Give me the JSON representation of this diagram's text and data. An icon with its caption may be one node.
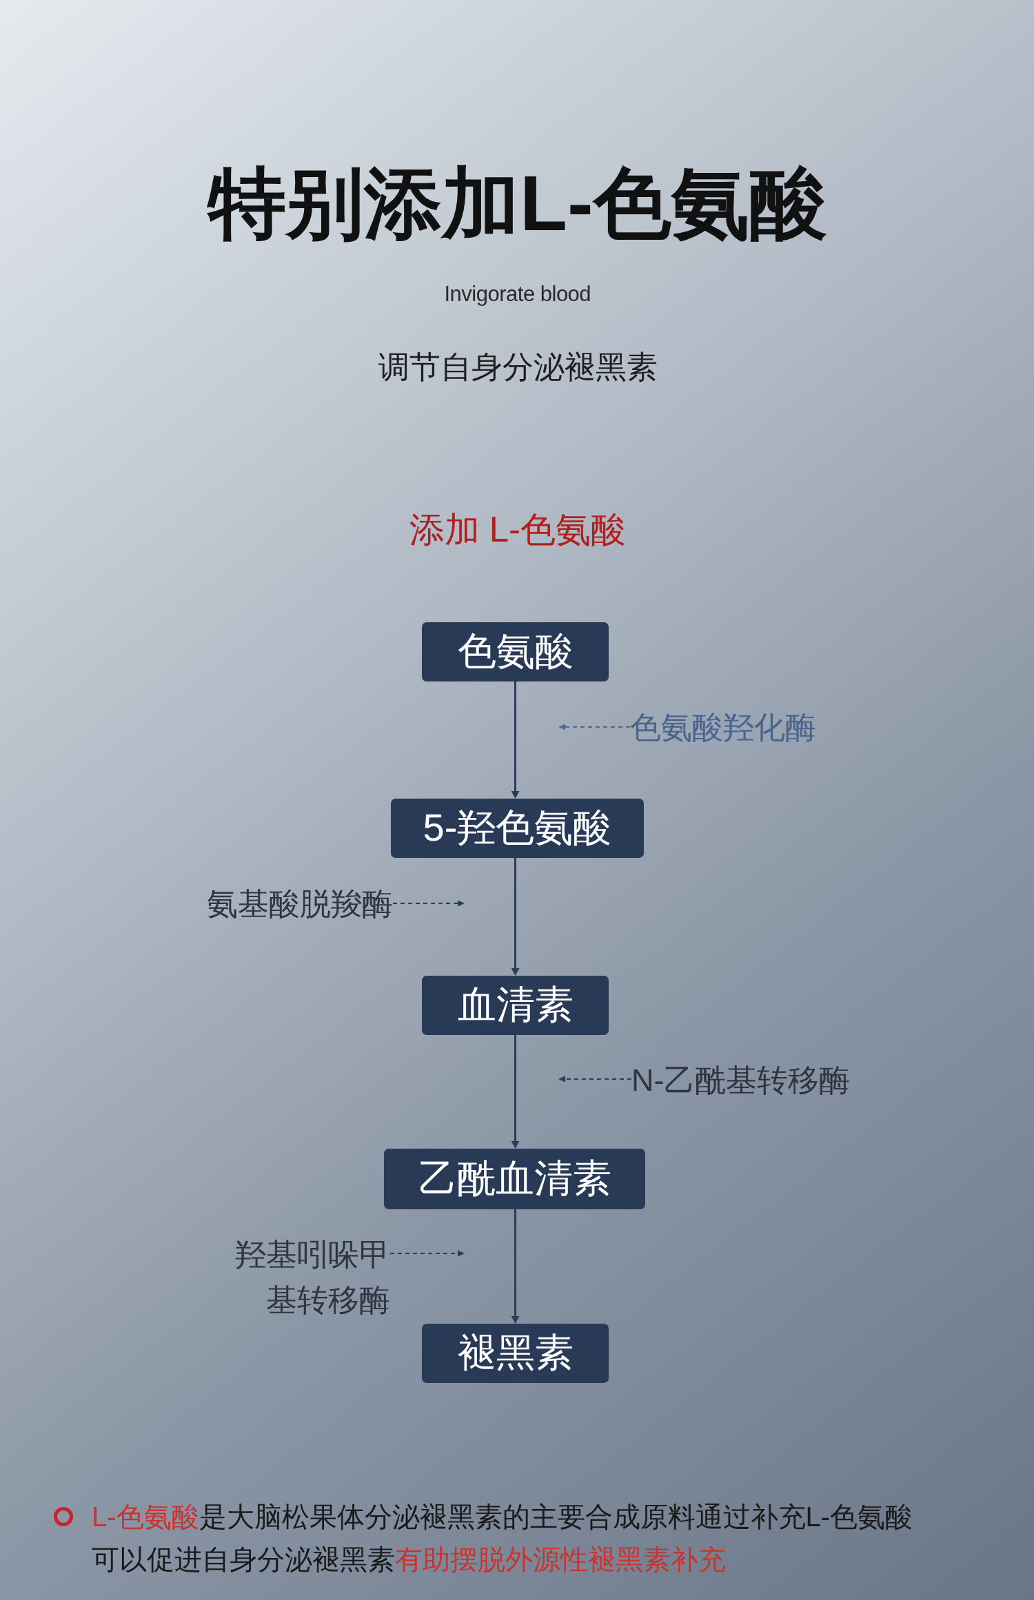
{
  "diagram": {
    "title": "特别添加L-色氨酸",
    "nodes": [
      {
        "text": [
          "色氨酸"
        ]
      },
      {
        "text": [
          "色氨酸羟化酶"
        ]
      },
      {
        "text": [
          "5-羟色氨酸"
        ]
      },
      {
        "text": [
          "氨基酸脱羧酶"
        ]
      },
      {
        "text": [
          "血清素"
        ]
      },
      {
        "text": [
          "N-乙酰基转移酶"
        ]
      },
      {
        "text": [
          "乙酰血清素"
        ]
      },
      {
        "text": [
          "羟基吲哚甲基转移酶"
        ]
      },
      {
        "text": [
          "褪黑素"
        ]
      }
    ],
    "edges": [
      {
        "from": 0,
        "to": 2,
        "arrow": "to"
      },
      {
        "from": 2,
        "to": 4,
        "arrow": "to"
      },
      {
        "from": 4,
        "to": 6,
        "arrow": "to"
      },
      {
        "from": 6,
        "to": 8,
        "arrow": "to"
      },
      {
        "from": 1,
        "to": null,
        "arrow": "to",
        "style": "dashed",
        "color": "#4d6791"
      },
      {
        "from": 3,
        "to": null,
        "arrow": "to",
        "style": "dashed"
      },
      {
        "from": 5,
        "to": null,
        "arrow": "to",
        "style": "dashed"
      },
      {
        "from": 7,
        "to": null,
        "arrow": "to",
        "style": "dashed"
      }
    ],
    "labels": [
      "Invigorate blood",
      "调节自身分泌褪黑素",
      "添加 L-色氨酸",
      "L-色氨酸",
      "是大脑松果体分泌褪黑素的主要合成原料通过补充L-色氨酸可以促进自身分泌褪黑素",
      "有助摆脱外源性褪黑素补充"
    ]
  }
}
